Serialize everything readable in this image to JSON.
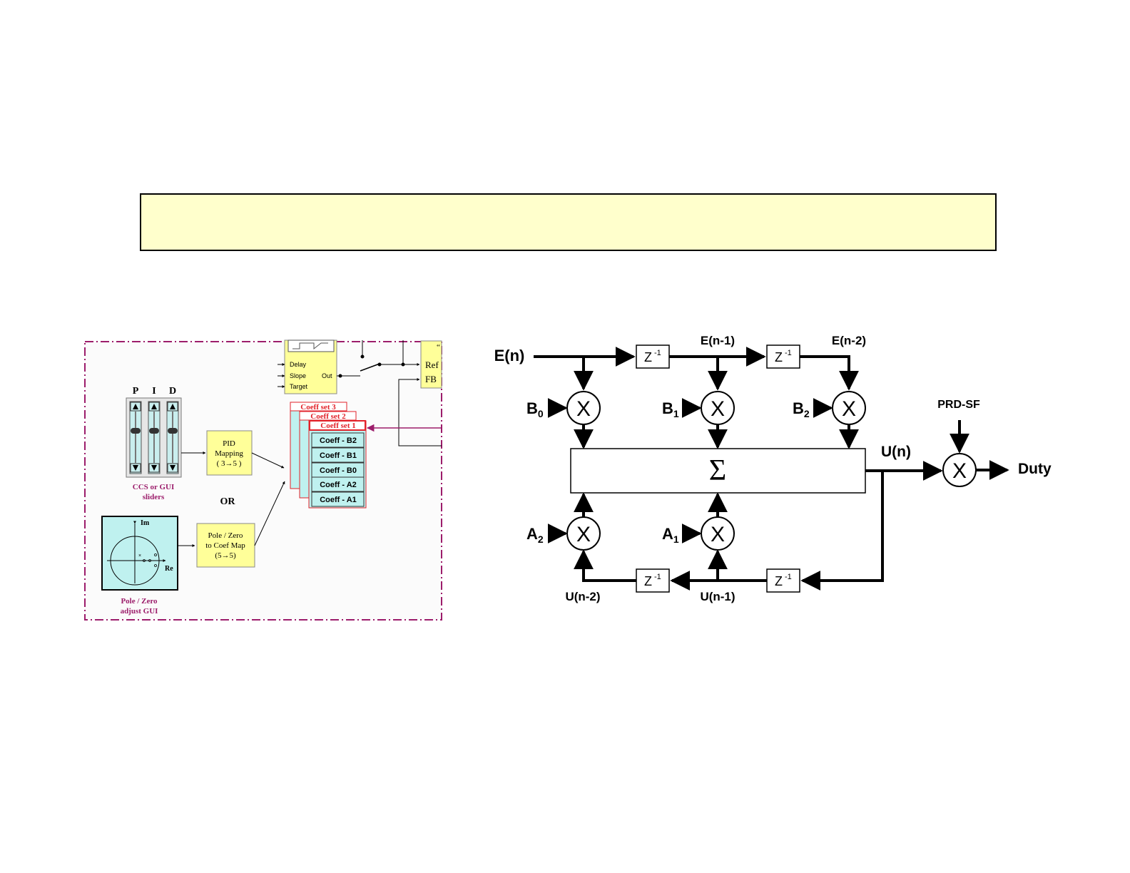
{
  "left_panel": {
    "pid_labels": [
      "P",
      "I",
      "D"
    ],
    "sliders_caption": [
      "CCS or GUI",
      "sliders"
    ],
    "or_label": "OR",
    "pid_mapping": [
      "PID",
      "Mapping",
      "( 3→5 )"
    ],
    "pz_map": [
      "Pole / Zero",
      "to Coef Map",
      "(5→5)"
    ],
    "pz_gui_caption": [
      "Pole / Zero",
      "adjust GUI"
    ],
    "axis_im": "Im",
    "axis_re": "Re",
    "ramp_inputs": [
      "Delay",
      "Slope",
      "Target"
    ],
    "ramp_out": "Out",
    "ref_label": "Ref",
    "fb_label": "FB",
    "quote_mark": "“",
    "coeff_sets": [
      "Coeff set 3",
      "Coeff set 2",
      "Coeff set 1"
    ],
    "coeff_rows": [
      "Coeff - B2",
      "Coeff - B1",
      "Coeff - B0",
      "Coeff - A2",
      "Coeff - A1"
    ]
  },
  "filter": {
    "input": "E(n)",
    "e_n1": "E(n-1)",
    "e_n2": "E(n-2)",
    "delay": "Z",
    "delay_exp": "-1",
    "mult": "X",
    "sum": "Σ",
    "b": [
      {
        "base": "B",
        "sub": "0"
      },
      {
        "base": "B",
        "sub": "1"
      },
      {
        "base": "B",
        "sub": "2"
      }
    ],
    "a": [
      {
        "base": "A",
        "sub": "2"
      },
      {
        "base": "A",
        "sub": "1"
      }
    ],
    "u_n": "U(n)",
    "u_n1": "U(n-1)",
    "u_n2": "U(n-2)",
    "prd": "PRD-SF",
    "output": "Duty"
  },
  "colors": {
    "title_fill": "#ffffcc",
    "frame": "#9c1d6b",
    "yellow_box": "#ffff99",
    "cyan": "#bff1ef",
    "coeff_header": "#e2222a"
  }
}
